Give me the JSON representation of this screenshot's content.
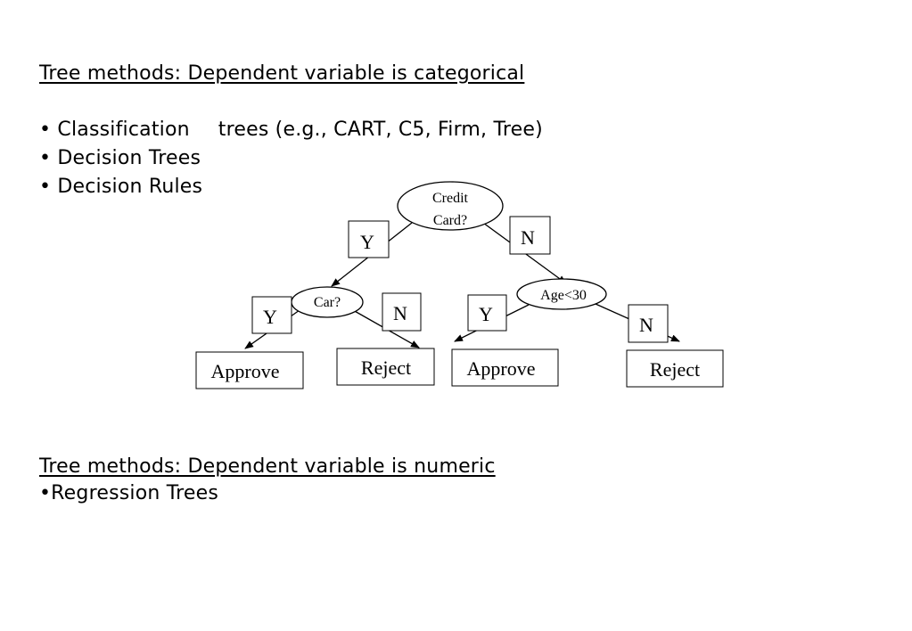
{
  "section1": {
    "heading": "Tree methods: Dependent variable is categorical",
    "bullets": [
      {
        "marker": "•",
        "pre": "Classification",
        "post": "trees (e.g., CART, C5, Firm, Tree)"
      },
      {
        "marker": "•",
        "pre": "Decision Trees",
        "post": ""
      },
      {
        "marker": "•",
        "pre": "Decision Rules",
        "post": ""
      }
    ]
  },
  "tree": {
    "root": {
      "line1": "Credit",
      "line2": "Card?"
    },
    "left_node": "Car?",
    "right_node": "Age<30",
    "edges": {
      "root_yes": "Y",
      "root_no": "N",
      "car_yes": "Y",
      "car_no": "N",
      "age_yes": "Y",
      "age_no": "N"
    },
    "leaves": [
      "Approve",
      "Reject",
      "Approve",
      "Reject"
    ]
  },
  "section2": {
    "heading": "Tree methods: Dependent variable is numeric",
    "bullet": "•Regression Trees"
  }
}
